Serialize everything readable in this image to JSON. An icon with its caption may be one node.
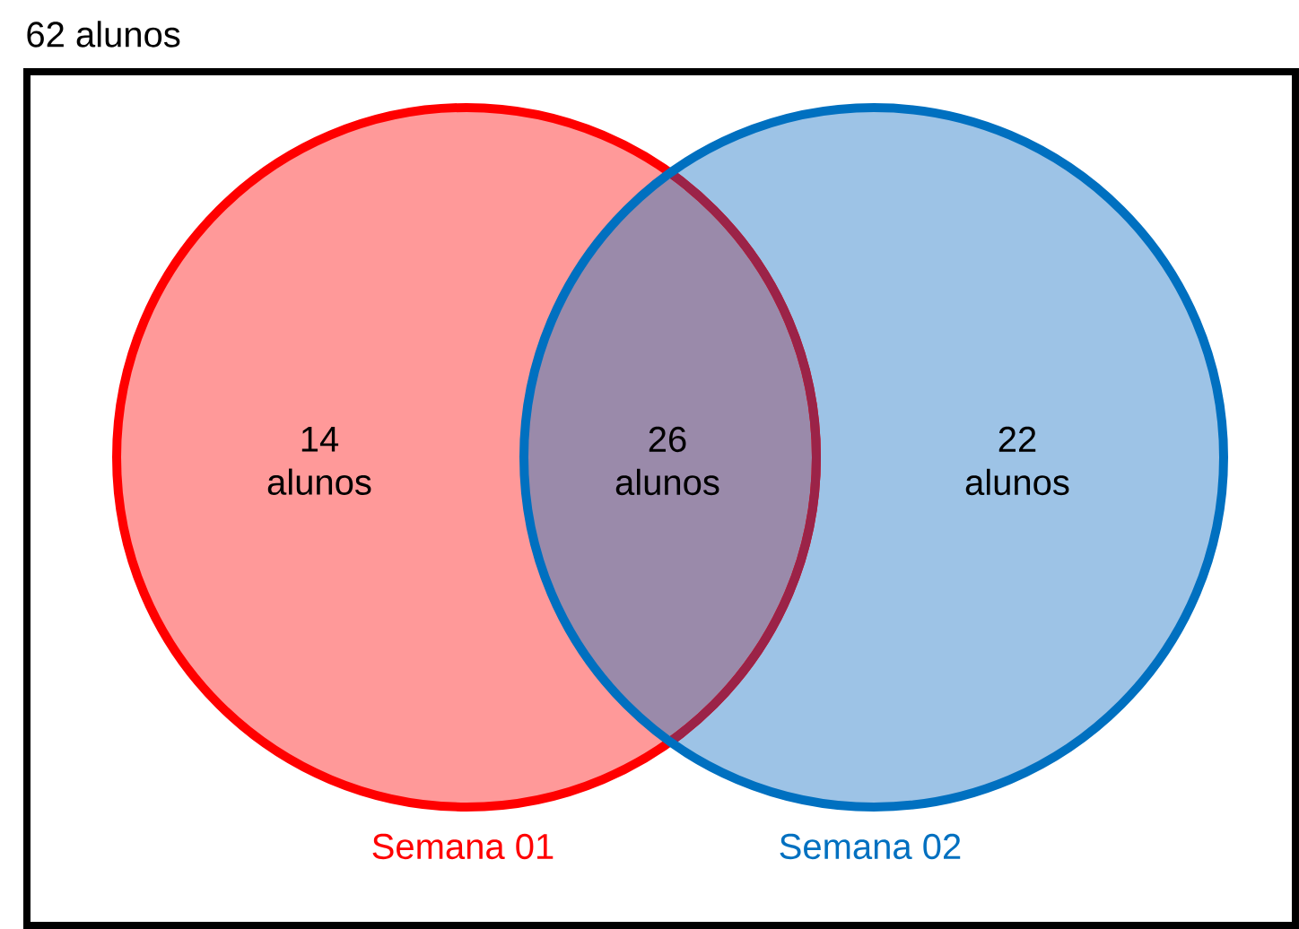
{
  "diagram": {
    "nodes": [
      {
        "text": [
          "62 alunos"
        ]
      },
      {
        "text": [
          "14 alunos"
        ],
        "in": 0
      },
      {
        "text": [
          "22 alunos"
        ],
        "in": 0
      }
    ],
    "labels": [
      "26 alunos",
      "Semana 01",
      "Semana 02"
    ]
  }
}
